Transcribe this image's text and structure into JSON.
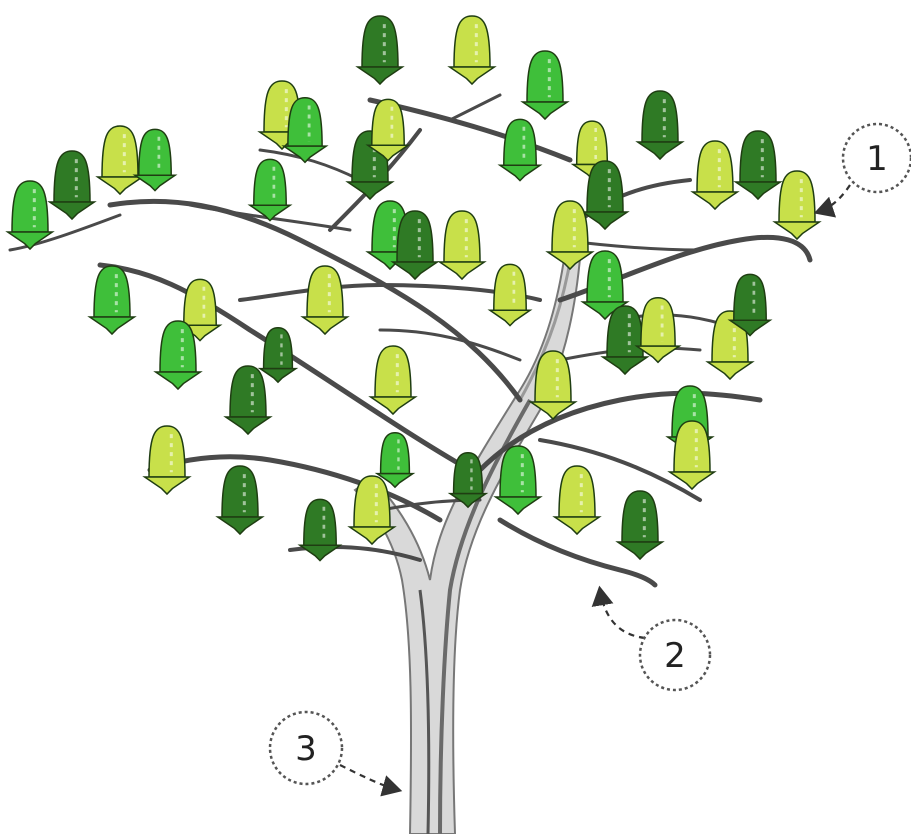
{
  "diagram": {
    "callouts": [
      {
        "label": "1",
        "refers_to": "turbine-leaf"
      },
      {
        "label": "2",
        "refers_to": "branch"
      },
      {
        "label": "3",
        "refers_to": "trunk"
      }
    ],
    "colors": {
      "light_green": "#c8e04a",
      "medium_green": "#3fbf3a",
      "dark_green": "#2f7a25",
      "branch": "#4a4a4a",
      "trunk": "#d9d9d9",
      "trunk_stroke": "#777777",
      "background": "#ffffff"
    }
  }
}
